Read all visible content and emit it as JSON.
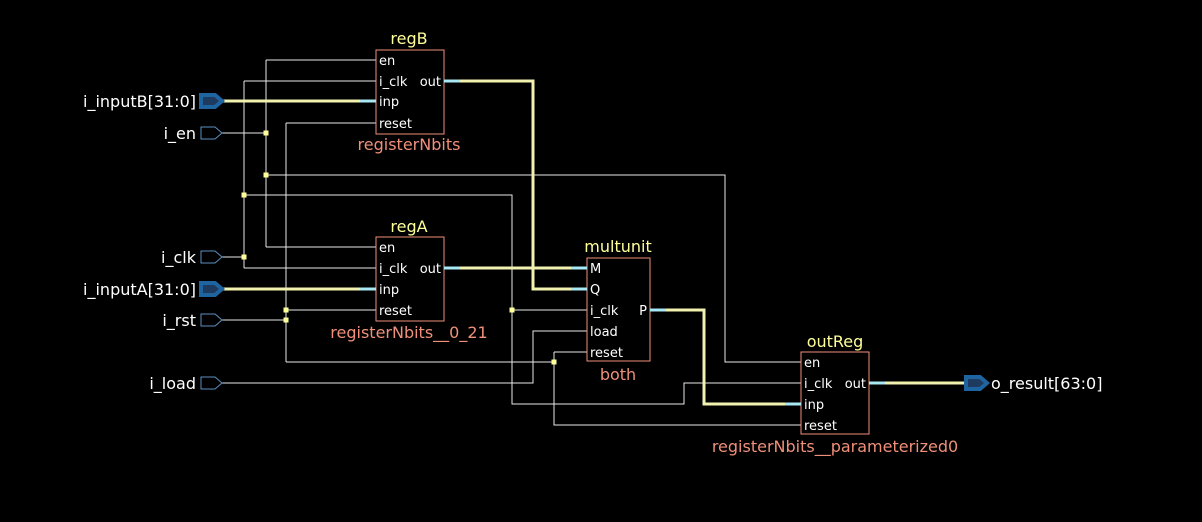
{
  "ports": {
    "i_inputB": "i_inputB[31:0]",
    "i_en": "i_en",
    "i_clk": "i_clk",
    "i_inputA": "i_inputA[31:0]",
    "i_rst": "i_rst",
    "i_load": "i_load",
    "o_result": "o_result[63:0]"
  },
  "blocks": {
    "regB": {
      "instance": "regB",
      "cell": "registerNbits",
      "pins": [
        "en",
        "i_clk",
        "inp",
        "reset",
        "out"
      ]
    },
    "regA": {
      "instance": "regA",
      "cell": "registerNbits__0_21",
      "pins": [
        "en",
        "i_clk",
        "inp",
        "reset",
        "out"
      ]
    },
    "multunit": {
      "instance": "multunit",
      "cell": "both",
      "pins": [
        "M",
        "Q",
        "i_clk",
        "load",
        "reset",
        "P"
      ]
    },
    "outReg": {
      "instance": "outReg",
      "cell": "registerNbits__parameterized0",
      "pins": [
        "en",
        "i_clk",
        "inp",
        "reset",
        "out"
      ]
    }
  },
  "colors": {
    "background": "#000000",
    "wire": "#e8e8e8",
    "bus": "#f2f2b0",
    "bus_stub": "#a8e8f5",
    "block_border": "#f0907a",
    "instance_name": "#ffff99",
    "port_shape": "#1e64a0"
  }
}
